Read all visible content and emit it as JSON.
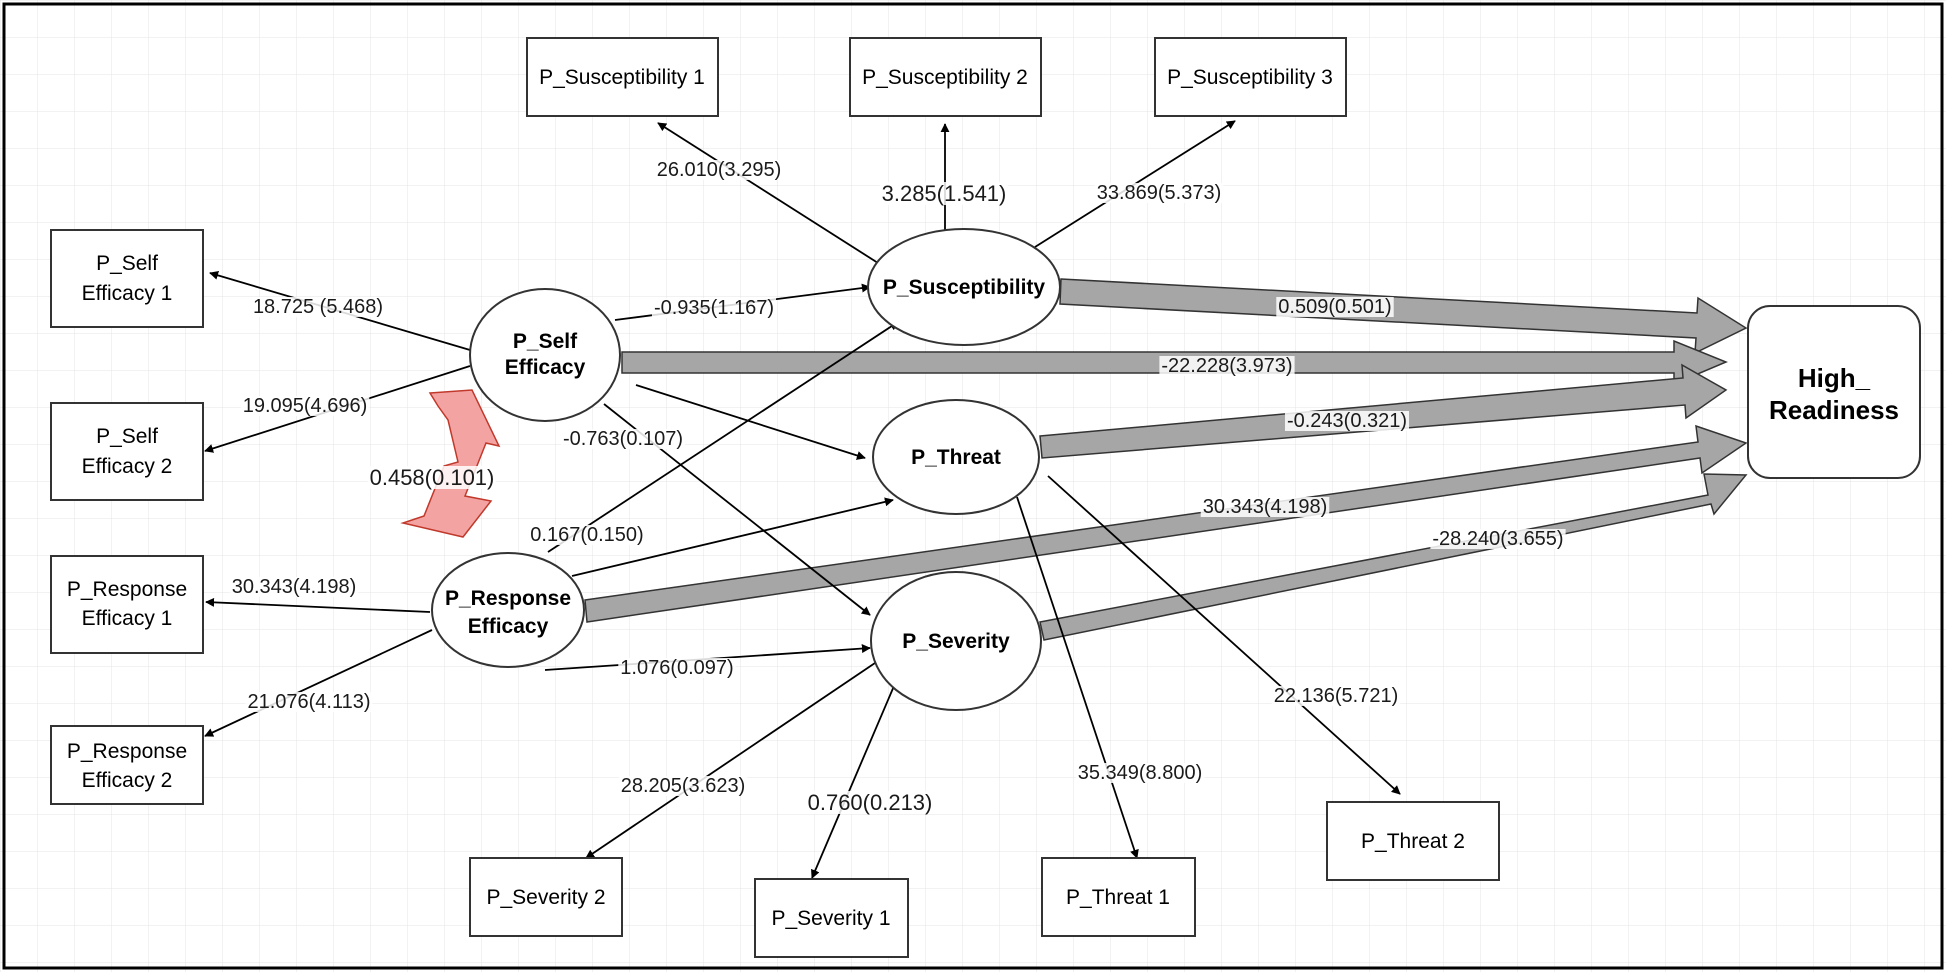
{
  "indicators": {
    "susc1": "P_Susceptibility 1",
    "susc2": "P_Susceptibility 2",
    "susc3": "P_Susceptibility 3",
    "se1_line1": "P_Self",
    "se1_line2": "Efficacy 1",
    "se2_line1": "P_Self",
    "se2_line2": "Efficacy 2",
    "re1_line1": "P_Response",
    "re1_line2": "Efficacy 1",
    "re2_line1": "P_Response",
    "re2_line2": "Efficacy 2",
    "sev2": "P_Severity 2",
    "sev1": "P_Severity 1",
    "thr1": "P_Threat 1",
    "thr2": "P_Threat 2"
  },
  "latents": {
    "self_efficacy_line1": "P_Self",
    "self_efficacy_line2": "Efficacy",
    "susceptibility": "P_Susceptibility",
    "threat": "P_Threat",
    "response_efficacy_line1": "P_Response",
    "response_efficacy_line2": "Efficacy",
    "severity": "P_Severity"
  },
  "outcome": {
    "line1": "High_",
    "line2": "Readiness"
  },
  "path_labels": {
    "susc_to_susc1": "26.010(3.295)",
    "susc_to_susc2": "3.285(1.541)",
    "susc_to_susc3": "33.869(5.373)",
    "se_to_se1": "18.725 (5.468)",
    "se_to_se2": "19.095(4.696)",
    "se_to_susc": "-0.935(1.167)",
    "susc_to_outcome": "0.509(0.501)",
    "se_to_outcome": "-22.228(3.973)",
    "covariance": "0.458(0.101)",
    "se_to_severity": "-0.763(0.107)",
    "threat_to_outcome": "-0.243(0.321)",
    "re_to_outcome": "30.343(4.198)",
    "re_to_susc": "0.167(0.150)",
    "severity_to_outcome": "-28.240(3.655)",
    "re_to_re1": "30.343(4.198)",
    "re_to_severity": "1.076(0.097)",
    "re_to_re2": "21.076(4.113)",
    "threat_to_thr2": "22.136(5.721)",
    "severity_to_sev2": "28.205(3.623)",
    "threat_to_thr1": "35.349(8.800)",
    "severity_to_sev1": "0.760(0.213)"
  },
  "colors": {
    "grid": "#e4e4e4",
    "thick_arrow_fill": "#a6a6a6",
    "covariance_arrow_fill": "#f4a3a3",
    "covariance_arrow_stroke": "#c0392b"
  }
}
